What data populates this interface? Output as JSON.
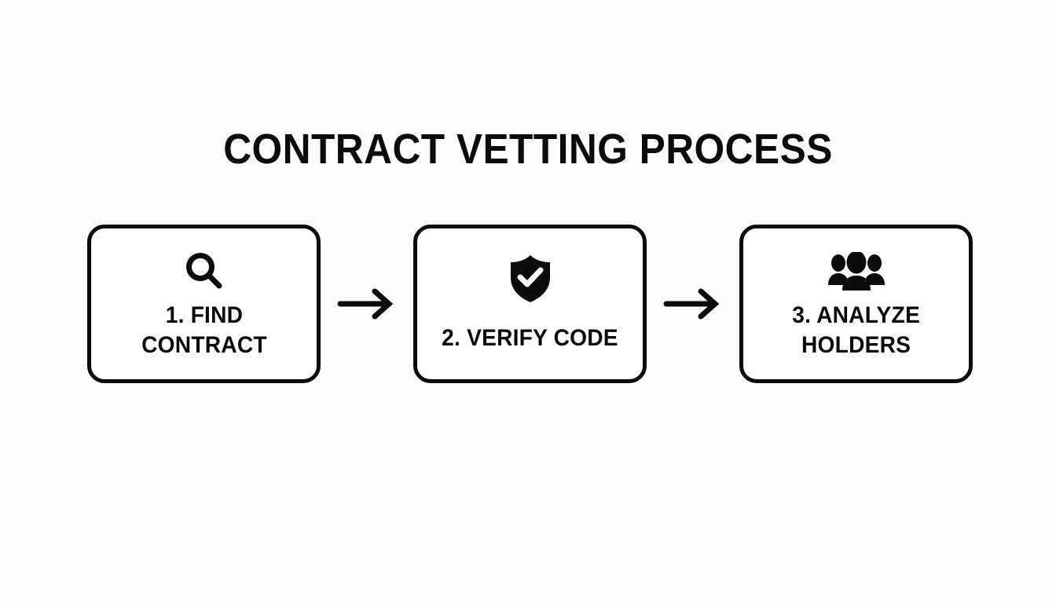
{
  "page": {
    "title": "CONTRACT VETTING PROCESS",
    "background_color": "#fdfdfe",
    "ink_color": "#0b0b0b"
  },
  "diagram": {
    "type": "horizontal-flow",
    "step_count": 3,
    "steps": [
      {
        "id": "find-contract",
        "number": "1.",
        "label": "1. FIND\nCONTRACT",
        "label_lines": [
          "1. FIND",
          "CONTRACT"
        ],
        "icon": "magnifier-icon"
      },
      {
        "id": "verify-code",
        "number": "2.",
        "label": "2. VERIFY CODE",
        "label_lines": [
          "2. VERIFY CODE"
        ],
        "icon": "shield-check-icon"
      },
      {
        "id": "analyze-holders",
        "number": "3.",
        "label": "3. ANALYZE\nHOLDERS",
        "label_lines": [
          "3. ANALYZE",
          "HOLDERS"
        ],
        "icon": "people-group-icon"
      }
    ],
    "connectors": [
      {
        "id": "arrow-1-to-2",
        "icon": "arrow-right-icon",
        "from": "find-contract",
        "to": "verify-code"
      },
      {
        "id": "arrow-2-to-3",
        "icon": "arrow-right-icon",
        "from": "verify-code",
        "to": "analyze-holders"
      }
    ]
  }
}
